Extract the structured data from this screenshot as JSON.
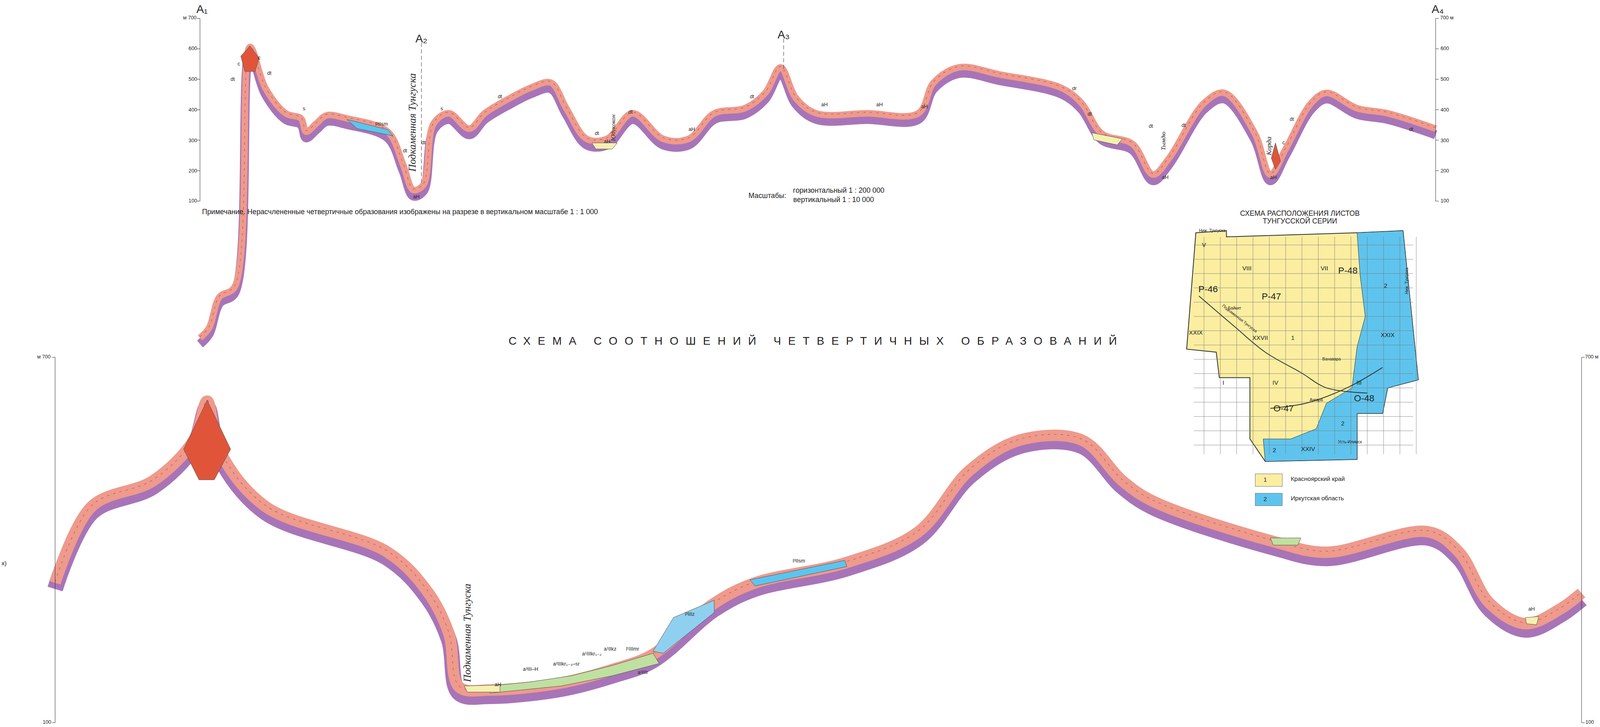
{
  "diagram": {
    "title": "СХЕМА СООТНОШЕНИЙ ЧЕТВЕРТИЧНЫХ ОБРАЗОВАНИЙ",
    "labels": [
      "A₁",
      "A₂",
      "A₃",
      "A₄",
      "м 700",
      "600",
      "500",
      "400",
      "300",
      "200",
      "100",
      "700 м",
      "600",
      "500",
      "400",
      "300",
      "200",
      "100",
      "м 700",
      "100",
      "700 м",
      "100",
      "х)",
      "Примечание. Нерасчлененные четвертичные образования изображены на разрезе в вертикальном масштабе 1 : 1 000",
      "Масштабы:",
      "горизонтальный 1 : 200 000",
      "вертикальный 1 : 10 000",
      "Подкаменная Тунгуска",
      "Юдукокон",
      "Тымдю",
      "Корда",
      "c",
      "c",
      "dt",
      "dt",
      "s",
      "l³IIsm",
      "dt",
      "aH",
      "dt",
      "s",
      "dt",
      "dt",
      "aH",
      "dt",
      "aH",
      "dt",
      "aH",
      "aH",
      "aH",
      "dr",
      "dt",
      "dt",
      "aH",
      "dt",
      "c",
      "aH",
      "dt",
      "dt",
      "СХЕМА РАСПОЛОЖЕНИЯ ЛИСТОВ ТУНГУССКОЙ СЕРИИ",
      "Ниж. Тунгуска",
      "V",
      "VIII",
      "VII",
      "P-48",
      "P-46",
      "P-47",
      "XXIX",
      "XXVII",
      "1",
      "XXIX",
      "2",
      "Ниж. Тунгуска",
      "Байкит",
      "Ванавара",
      "I",
      "IV",
      "III",
      "O-48",
      "O-47",
      "Ангара",
      "2",
      "XXIV",
      "2",
      "Усть-Илимск",
      "Подкаменная Тунгуска",
      "1",
      "2",
      "Подкаменная Тунгуска",
      "aH",
      "a³III–H",
      "a²IIIkr₁₋₃–sr",
      "a¹IIIkr₁₋₂",
      "a¹IIkz",
      "l¹IIImr",
      "a¹IIIr",
      "l³IIIz",
      "l³IIsm",
      "aH"
    ],
    "legend": [
      {
        "text": "Красноярский край",
        "color": "#fbeea0"
      },
      {
        "text": "Иркутская область",
        "color": "#5ec4ee"
      }
    ]
  }
}
